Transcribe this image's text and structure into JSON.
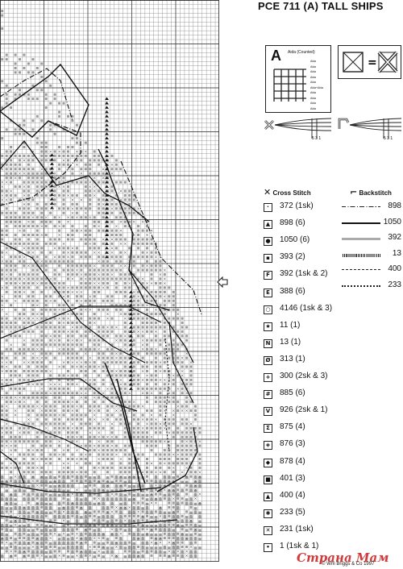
{
  "header": {
    "title": "PCE 711 (A) TALL SHIPS"
  },
  "aida": {
    "letter": "A",
    "caption": "Aida (Counted)",
    "labels": [
      "Aida",
      "Aida",
      "Aida",
      "Aida",
      "Aida",
      "Aida+Aida",
      "Aida",
      "Aida",
      "Aida",
      "Aida"
    ]
  },
  "legend": {
    "cross_title": "Cross Stitch",
    "back_title": "Backstitch",
    "cross_items": [
      {
        "symbol": "square-dot",
        "text": "372  (1sk)"
      },
      {
        "symbol": "triangle-in-square",
        "text": "898  (6)"
      },
      {
        "symbol": "filled-circle",
        "text": "1050  (6)"
      },
      {
        "symbol": "small-square",
        "text": "393  (2)"
      },
      {
        "symbol": "F",
        "text": "392  (1sk & 2)"
      },
      {
        "symbol": "E",
        "text": "388  (6)"
      },
      {
        "symbol": "circle",
        "text": "4146  (1sk & 3)"
      },
      {
        "symbol": "star",
        "text": "11  (1)"
      },
      {
        "symbol": "N",
        "text": "13  (1)"
      },
      {
        "symbol": "slashed-circle",
        "text": "313  (1)"
      },
      {
        "symbol": "plus",
        "text": "300  (2sk & 3)"
      },
      {
        "symbol": "cross-hatch",
        "text": "885  (6)"
      },
      {
        "symbol": "V",
        "text": "926  (2sk & 1)"
      },
      {
        "symbol": "sigma",
        "text": "875  (4)"
      },
      {
        "symbol": "dot-in-diamond",
        "text": "876  (3)"
      },
      {
        "symbol": "filled-diamond",
        "text": "878  (4)"
      },
      {
        "symbol": "filled-square",
        "text": "401  (3)"
      },
      {
        "symbol": "filled-triangle",
        "text": "400  (4)"
      },
      {
        "symbol": "asterisk",
        "text": "233  (5)"
      },
      {
        "symbol": "x",
        "text": "231  (1sk)"
      },
      {
        "symbol": "dot",
        "text": "1  (1sk & 1)"
      }
    ],
    "back_items": [
      {
        "style": "dash-dot",
        "number": "898"
      },
      {
        "style": "solid-bold",
        "number": "1050"
      },
      {
        "style": "gray",
        "number": "392"
      },
      {
        "style": "hatched",
        "number": "13"
      },
      {
        "style": "dashed",
        "number": "400"
      },
      {
        "style": "dotted",
        "number": "233"
      }
    ]
  },
  "footer": {
    "watermark": "Страна Мам",
    "copyright": "© Wm Briggs & Co 1997"
  }
}
